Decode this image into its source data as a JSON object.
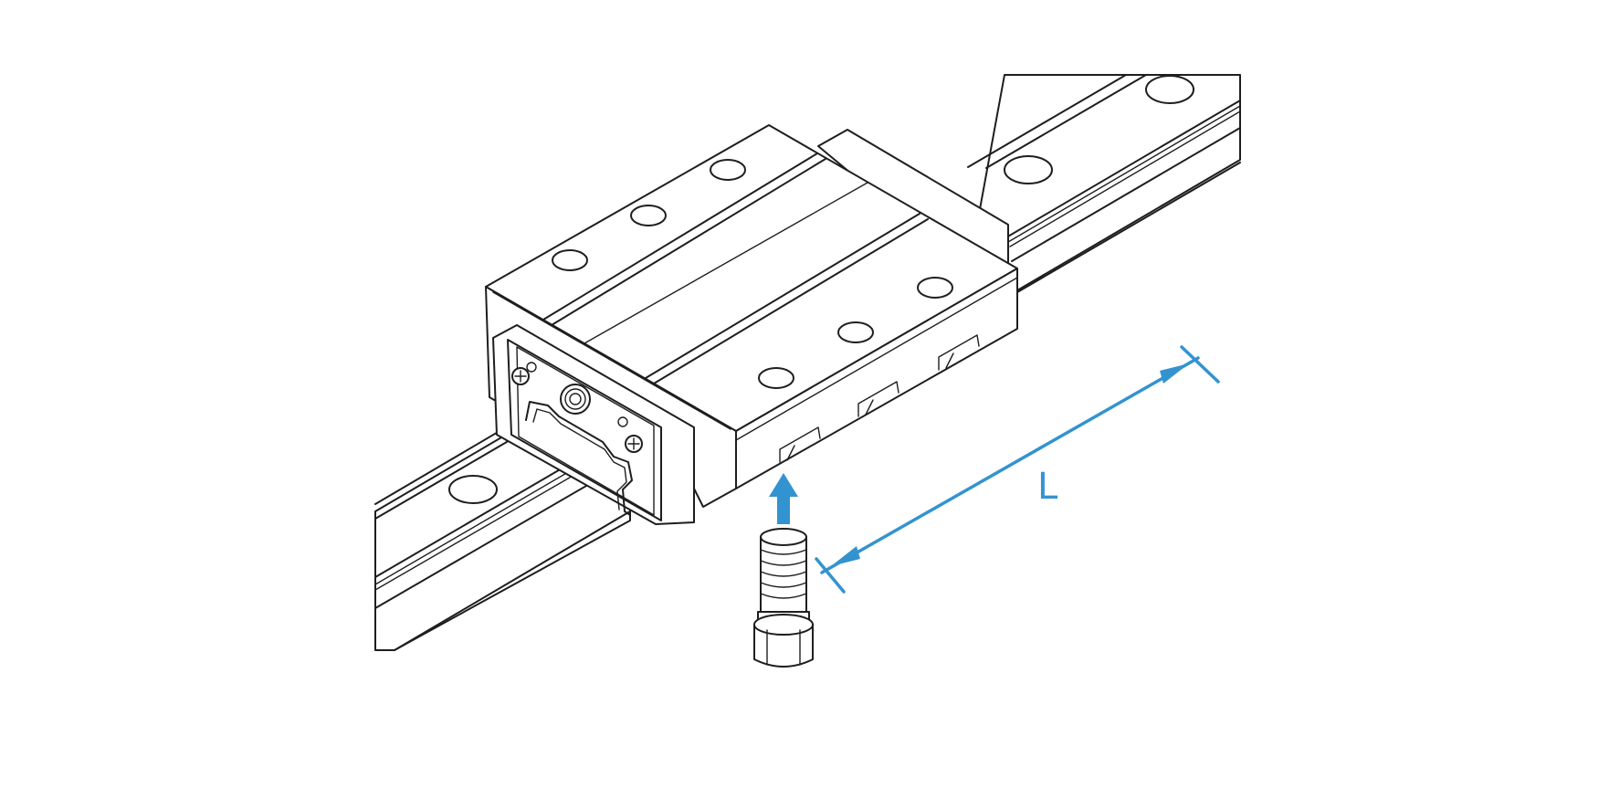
{
  "diagram": {
    "dimension_label": "L",
    "colors": {
      "line": "#1e1e1e",
      "accent": "#3393d0",
      "background": "#ffffff"
    },
    "parts": [
      "guide-rail",
      "carriage-block",
      "end-seal",
      "mounting-bolt",
      "insertion-arrow",
      "length-dimension"
    ]
  }
}
